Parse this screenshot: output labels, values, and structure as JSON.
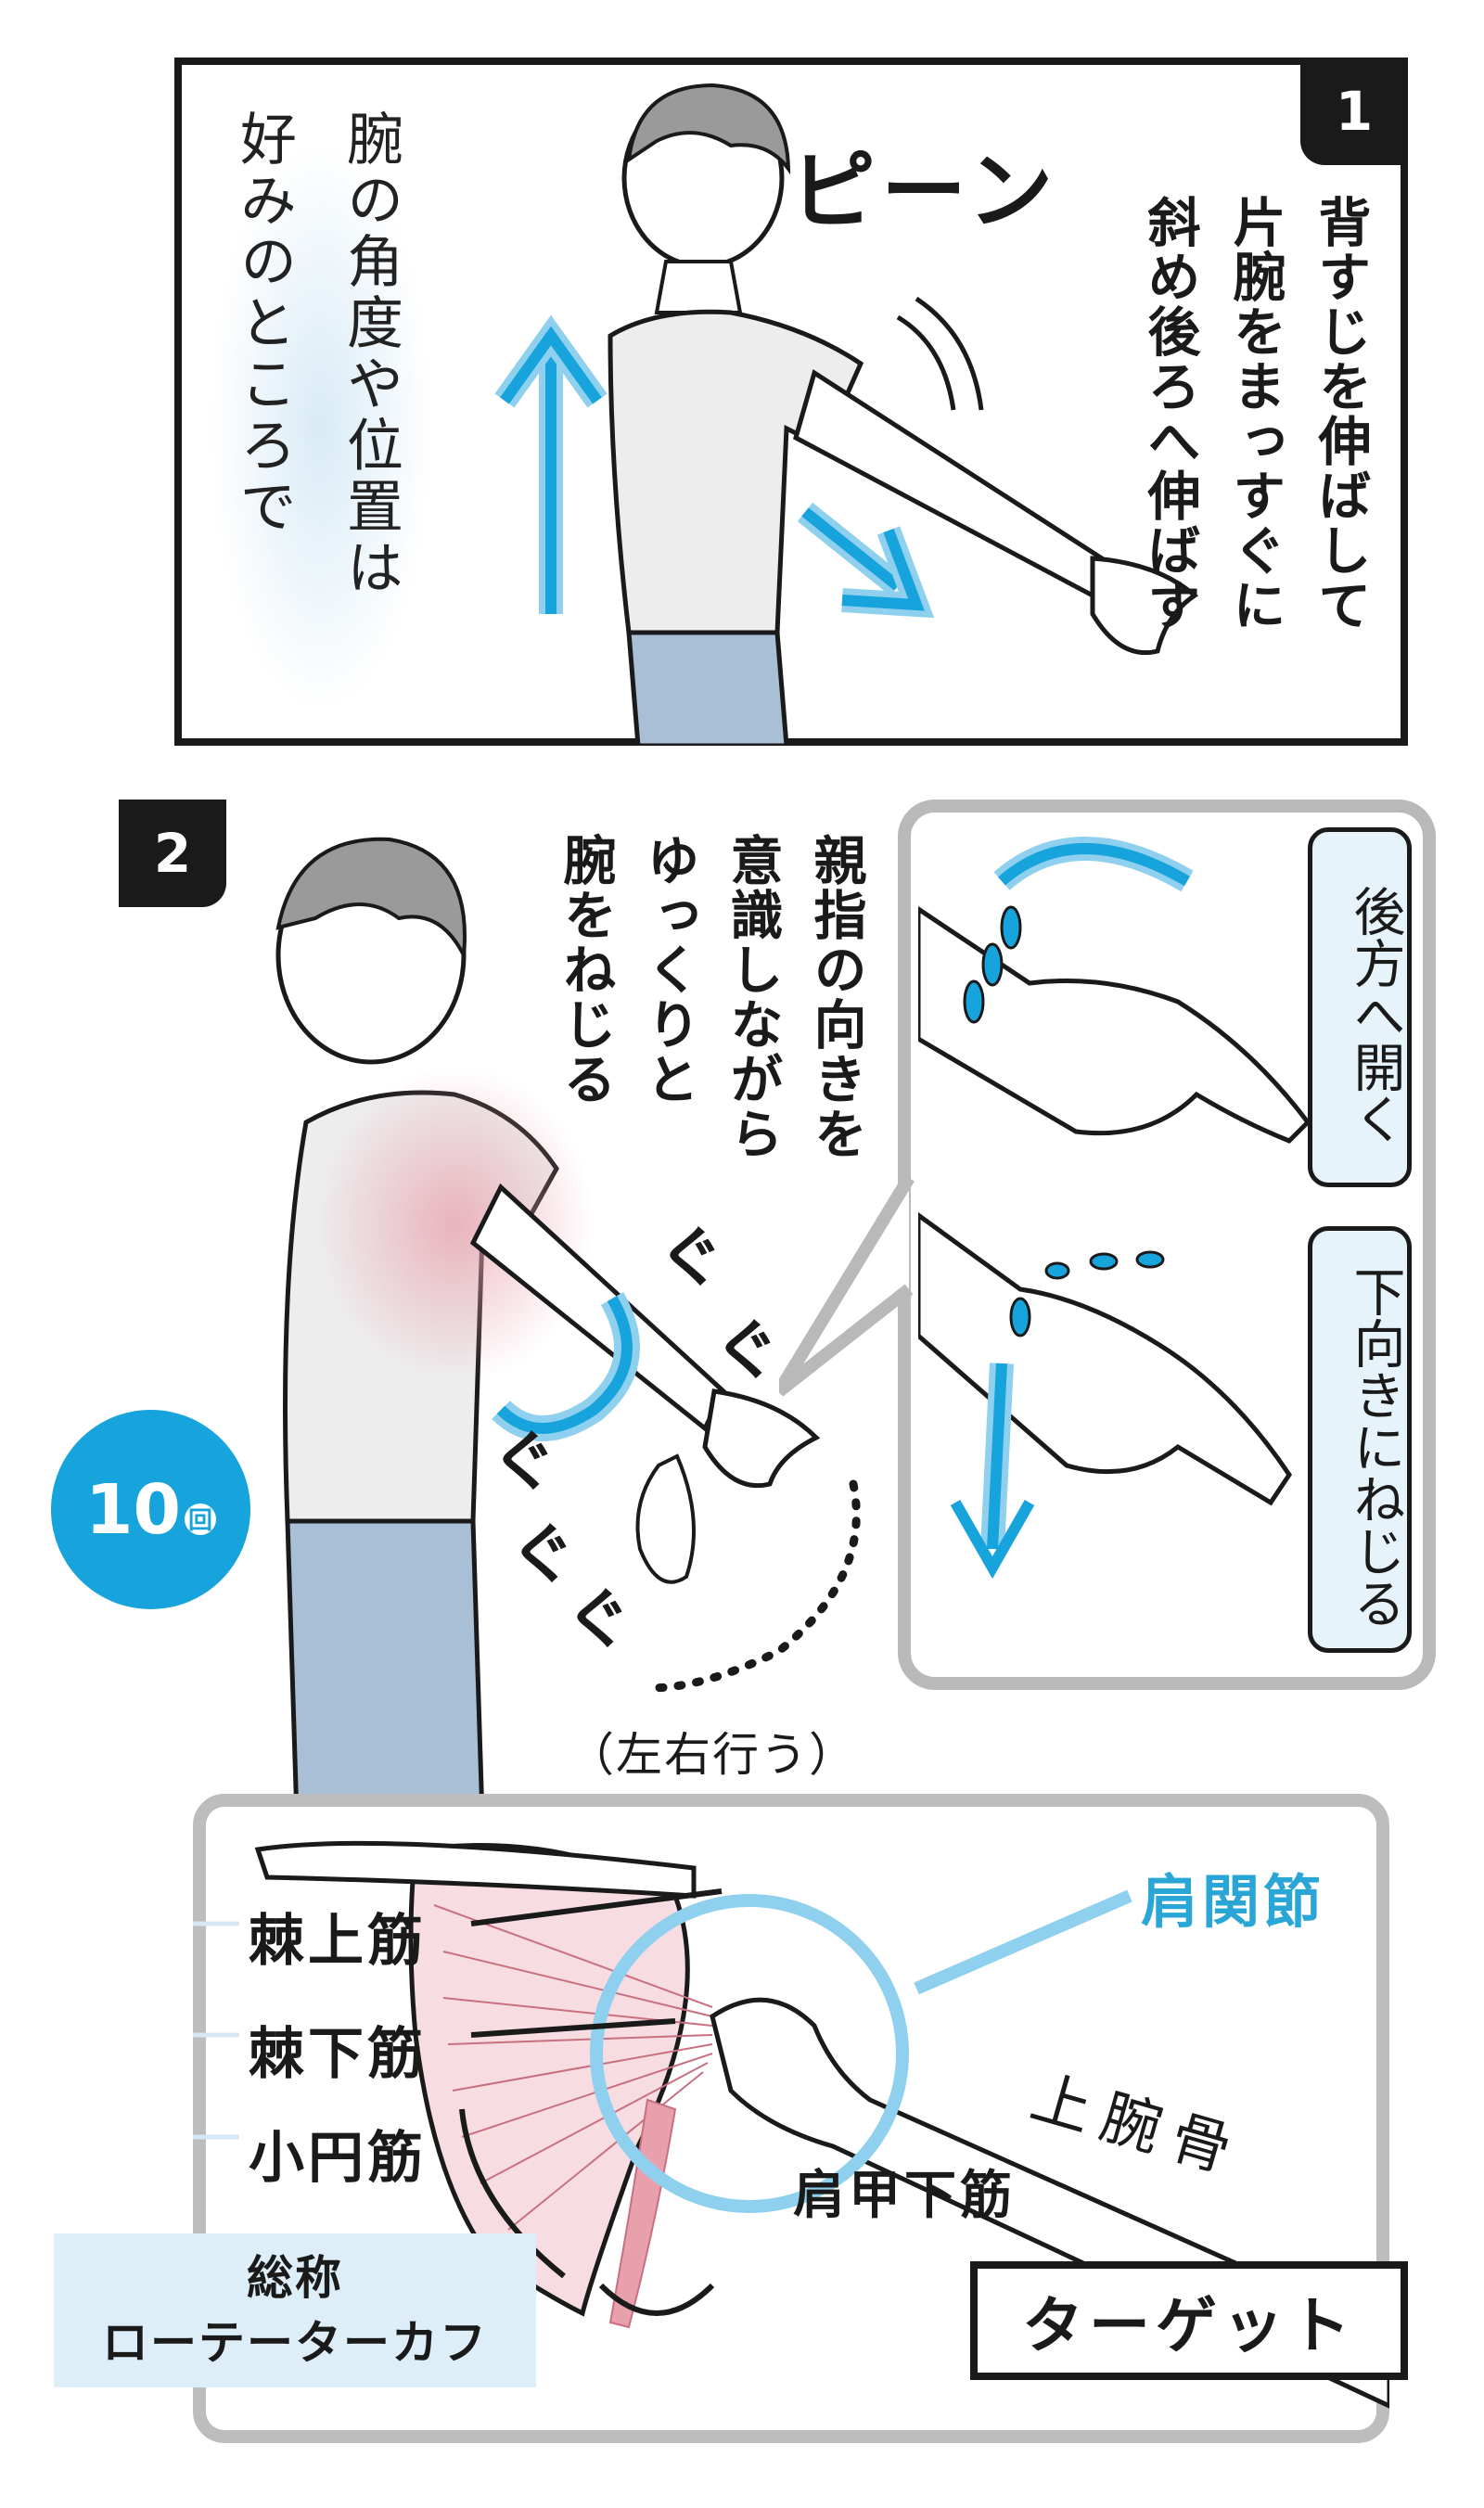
{
  "panel1": {
    "number": "1",
    "instruction_lines": [
      "背すじを伸ばして",
      "片腕をまっすぐに",
      "斜め後ろへ伸ばす"
    ],
    "note_lines": [
      "腕の角度や位置は",
      "好みのところで"
    ],
    "sound_effect": "ピーン"
  },
  "panel2": {
    "number": "2",
    "instruction_lines": [
      "親指の向きを",
      "意識しながら",
      "ゆっくりと",
      "腕をねじる"
    ],
    "repetitions_number": "10",
    "repetitions_unit": "回",
    "both_sides_note": "（左右行う）",
    "detail": {
      "open_label": "後方へ開く",
      "down_label": "下向きにねじる"
    }
  },
  "panel3": {
    "muscles": [
      "棘上筋",
      "棘下筋",
      "小円筋"
    ],
    "subscapularis_label": "肩甲下筋",
    "joint_label": "肩関節",
    "humerus_label": "上腕骨",
    "collective_term_label": "総称",
    "collective_term": "ローテーターカフ",
    "target_label": "ターゲット"
  },
  "colors": {
    "accent_blue": "#17a3db",
    "light_blue_fill": "#e7f3fb",
    "panel_grey": "#b9b9b9",
    "muscle_pink": "#e8a0ad"
  }
}
